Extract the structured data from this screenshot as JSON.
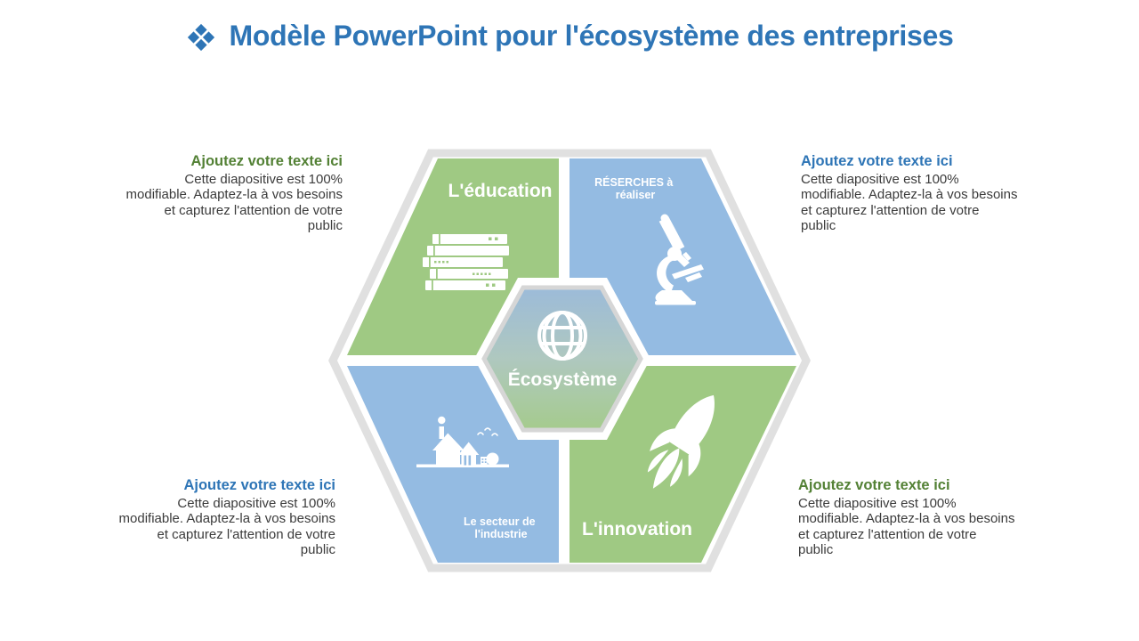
{
  "title": {
    "icon": "four-diamonds-icon",
    "text": "Modèle PowerPoint pour l'écosystème des entreprises",
    "color": "#2E75B6"
  },
  "diagram": {
    "center": {
      "icon": "globe-icon",
      "label": "Écosystème"
    },
    "quadrants": [
      {
        "position": "top-left",
        "label": "L'éducation",
        "icon": "server-stack-icon",
        "fill": "#9FC983"
      },
      {
        "position": "top-right",
        "label_lines": [
          "RÉSERCHES à",
          "réaliser"
        ],
        "icon": "microscope-icon",
        "fill": "#94BBE2"
      },
      {
        "position": "bottom-left",
        "label_lines": [
          "Le secteur de",
          "l'industrie"
        ],
        "icon": "house-icon",
        "fill": "#94BBE2"
      },
      {
        "position": "bottom-right",
        "label": "L'innovation",
        "icon": "rocket-icon",
        "fill": "#9FC983"
      }
    ]
  },
  "callouts": {
    "top_left": {
      "heading": "Ajoutez votre texte ici",
      "heading_color": "#538135",
      "align": "right",
      "body_lines": [
        "Cette diapositive est 100%",
        "modifiable. Adaptez-la à vos besoins",
        "et capturez l'attention de votre",
        "public"
      ]
    },
    "top_right": {
      "heading": "Ajoutez votre texte ici",
      "heading_color": "#2E75B6",
      "align": "left",
      "body_lines": [
        "Cette diapositive est 100%",
        "modifiable. Adaptez-la à vos besoins",
        "et capturez l'attention de votre",
        "public"
      ]
    },
    "bottom_left": {
      "heading": "Ajoutez votre texte ici",
      "heading_color": "#2E75B6",
      "align": "right",
      "body_lines": [
        "Cette diapositive est 100%",
        "modifiable. Adaptez-la à vos besoins",
        "et capturez l'attention de votre",
        "public"
      ]
    },
    "bottom_right": {
      "heading": "Ajoutez votre texte ici",
      "heading_color": "#538135",
      "align": "left",
      "body_lines": [
        "Cette diapositive est 100%",
        "modifiable. Adaptez-la à vos besoins",
        "et capturez l'attention de votre",
        "public"
      ]
    }
  },
  "colors": {
    "green_shape": "#9FC983",
    "blue_shape": "#94BBE2",
    "outline_gray": "#E0E0E0",
    "center_stroke": "#D6D6D6",
    "heading_green": "#538135",
    "heading_blue": "#2E75B6",
    "body_text": "#3B3B3B",
    "title_blue": "#2E75B6",
    "background": "#FFFFFF"
  }
}
